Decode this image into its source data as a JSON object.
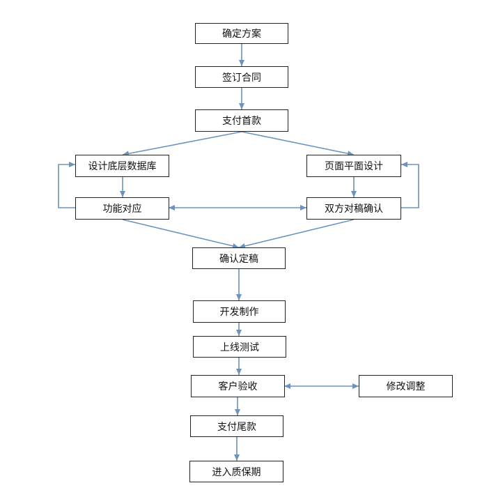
{
  "flowchart": {
    "line_color": "#6b93bd",
    "nodes": {
      "confirm_plan": "确定方案",
      "sign_contract": "签订合同",
      "down_payment": "支付首款",
      "database_design": "设计底层数据库",
      "page_design": "页面平面设计",
      "feature_match": "功能对应",
      "confirm_draft": "双方对稿确认",
      "finalize": "确认定稿",
      "development": "开发制作",
      "go_live": "上线测试",
      "acceptance": "客户验收",
      "revise": "修改调整",
      "final_payment": "支付尾款",
      "warranty": "进入质保期"
    }
  }
}
